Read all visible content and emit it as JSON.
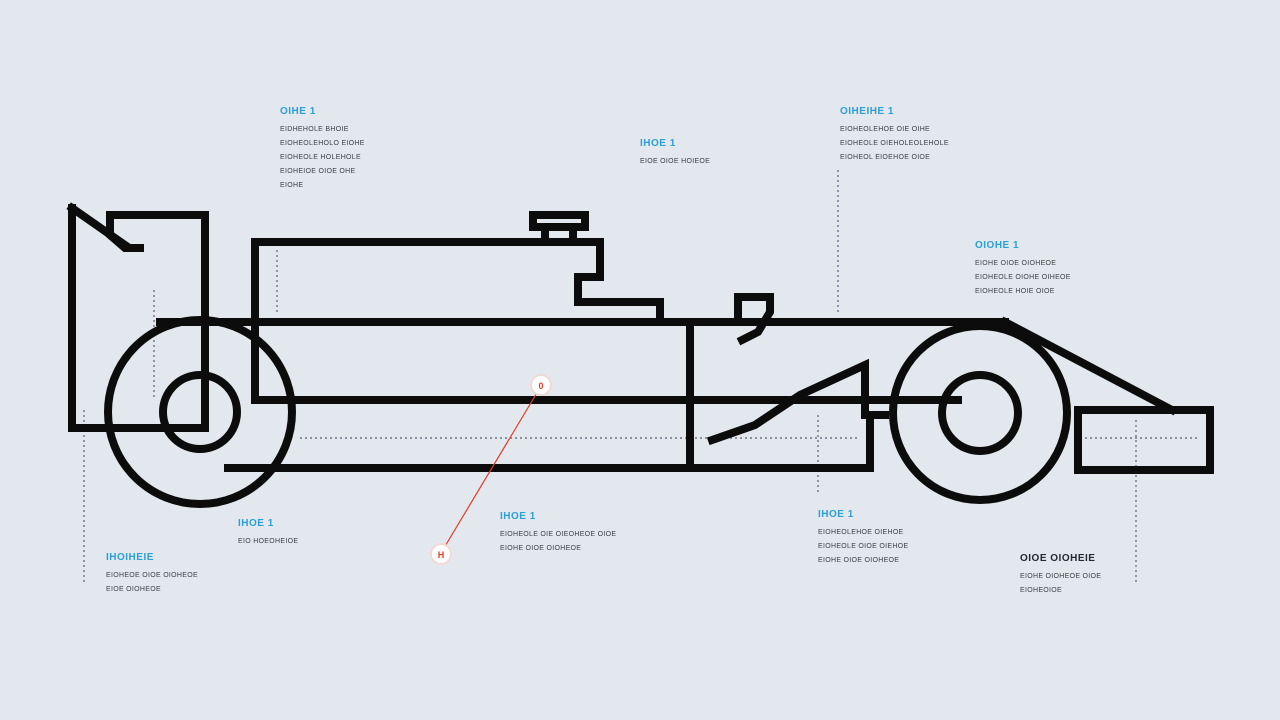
{
  "callouts": [
    {
      "id": "c1",
      "title": "OIHE 1",
      "title_color": "#2a9fd8",
      "lines": [
        "EIDHEHOLE BHOIE",
        "EIOHEOLEHOLO EIOHE",
        "EIOHEOLE HOLEHOLE",
        "EIOHEIOE OIOE OHE"
      ],
      "extra": "EIOHE"
    },
    {
      "id": "c2",
      "title": "IHOE 1",
      "title_color": "#2a9fd8",
      "lines": [
        "EIOE OIOE HOIEOE"
      ]
    },
    {
      "id": "c3",
      "title": "OIHEIHE 1",
      "title_color": "#2a9fd8",
      "lines": [
        "EIOHEOLEHOE OIE OIHE",
        "EIOHEOLE OIEHOLEOLEHOLE",
        "EIOHEOL EIOEHOE OIOE"
      ]
    },
    {
      "id": "c4",
      "title": "OIOHE 1",
      "title_color": "#2a9fd8",
      "lines": [
        "EIOHE OIOE OIOHEOE",
        "EIOHEOLE OIOHE OIHEOE",
        "EIOHEOLE HOIE OIOE"
      ]
    },
    {
      "id": "c5",
      "title": "IHOE 1",
      "title_color": "#2a9fd8",
      "lines": [
        "EIO HOEOHEIOE"
      ]
    },
    {
      "id": "c6",
      "title": "IHOE 1",
      "title_color": "#2a9fd8",
      "lines": [
        "EIOHEOLE OIE OIEOHEOE OIOE",
        "EIOHE OIOE OIOHEOE"
      ]
    },
    {
      "id": "c7",
      "title": "IHOE 1",
      "title_color": "#2a9fd8",
      "lines": [
        "EIOHEOLEHOE OIEHOE",
        "EIOHEOLE OIOE OIEHOE",
        "EIOHE OIOE OIOHEOE"
      ]
    },
    {
      "id": "c8",
      "title": "OIOE OIOHEIE",
      "title_color": "#24292f",
      "lines": [
        "EIOHE OIOHEOE OIOE",
        "EIOHEOIOE"
      ]
    },
    {
      "id": "c9",
      "title": "IHOIHEIE",
      "title_color": "#2a9fd8",
      "lines": [
        "EIOHEOE OIOE OIOHEOE",
        "EIOE OIOHEOE"
      ]
    }
  ],
  "markers": {
    "top": "0",
    "bottom": "H"
  },
  "colors": {
    "background": "#e3e8ee",
    "outline": "#0c0c0c",
    "accent": "#2a9fd8",
    "marker": "#e43a24"
  }
}
